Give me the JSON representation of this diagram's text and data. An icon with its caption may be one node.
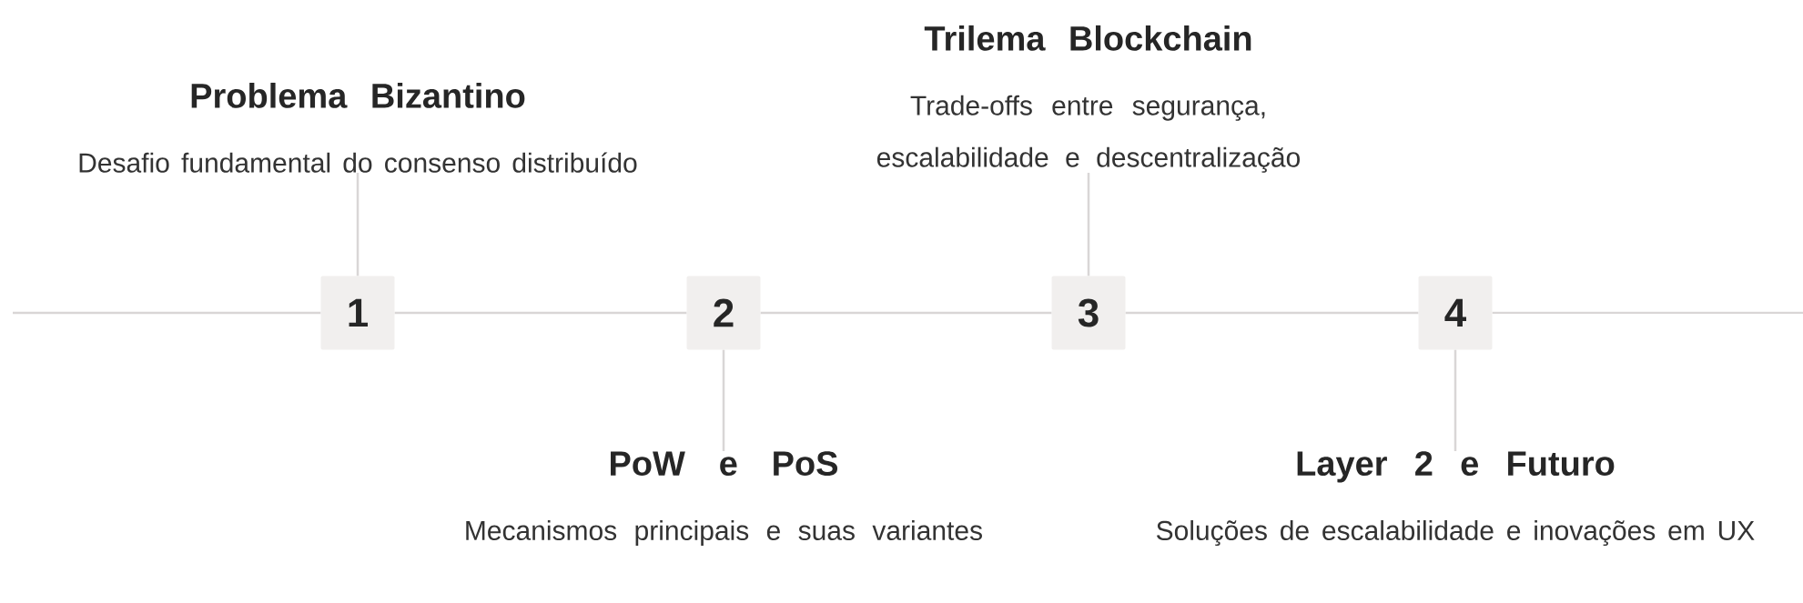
{
  "diagram": {
    "nodes": [
      {
        "text": [
          "1"
        ]
      },
      {
        "text": [
          "2"
        ]
      },
      {
        "text": [
          "3"
        ]
      },
      {
        "text": [
          "4"
        ]
      },
      {
        "text": [
          "Problema Bizantino",
          "Desafio fundamental do consenso distribuído"
        ]
      },
      {
        "text": [
          "PoW e PoS",
          "Mecanismos principais e suas variantes"
        ]
      },
      {
        "text": [
          "Trilema Blockchain",
          "Trade-offs entre segurança, escalabilidade e descentralização"
        ]
      },
      {
        "text": [
          "Layer 2 e Futuro",
          "Soluções de escalabilidade e inovações em UX"
        ]
      }
    ],
    "edges": [
      {
        "from": null,
        "to": 0,
        "arrow": "none"
      },
      {
        "from": 0,
        "to": 1,
        "arrow": "none"
      },
      {
        "from": 1,
        "to": 2,
        "arrow": "none"
      },
      {
        "from": 2,
        "to": 3,
        "arrow": "none"
      },
      {
        "from": 3,
        "to": null,
        "arrow": "none"
      },
      {
        "from": 0,
        "to": 4,
        "arrow": "none"
      },
      {
        "from": 1,
        "to": 5,
        "arrow": "none"
      },
      {
        "from": 2,
        "to": 6,
        "arrow": "none"
      },
      {
        "from": 3,
        "to": 7,
        "arrow": "none"
      }
    ]
  }
}
